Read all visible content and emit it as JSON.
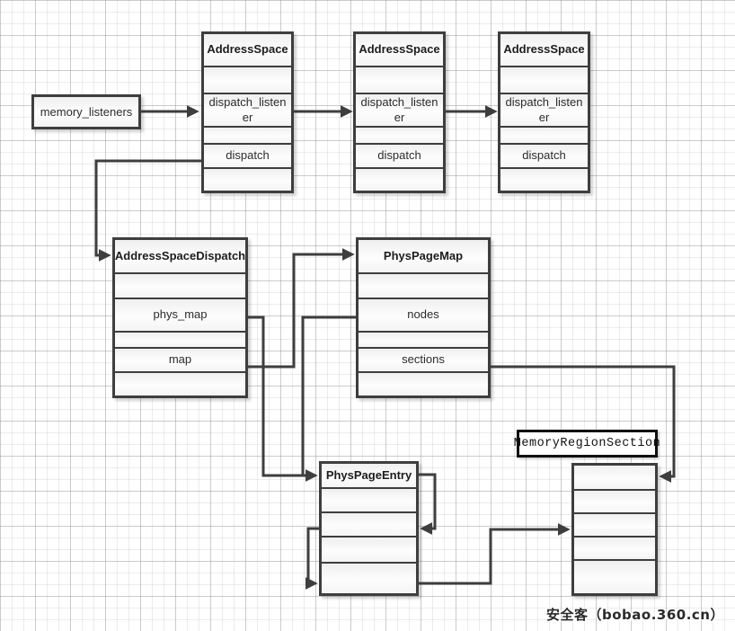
{
  "boxes": {
    "memory_listeners": {
      "label": "memory_listeners"
    },
    "address_space_1": {
      "title": "AddressSpace",
      "field_dispatch_listener": "dispatch_listener",
      "field_dispatch": "dispatch"
    },
    "address_space_2": {
      "title": "AddressSpace",
      "field_dispatch_listener": "dispatch_listener",
      "field_dispatch": "dispatch"
    },
    "address_space_3": {
      "title": "AddressSpace",
      "field_dispatch_listener": "dispatch_listener",
      "field_dispatch": "dispatch"
    },
    "address_space_dispatch": {
      "title": "AddressSpaceDispatch",
      "field_phys_map": "phys_map",
      "field_map": "map"
    },
    "phys_page_map": {
      "title": "PhysPageMap",
      "field_nodes": "nodes",
      "field_sections": "sections"
    },
    "phys_page_entry": {
      "title": "PhysPageEntry"
    },
    "memory_region_section": {
      "title": "MemoryRegionSection"
    }
  },
  "watermark": {
    "text": "安全客（bobao.360.cn）"
  },
  "colors": {
    "line": "#3e3e3e",
    "box_border": "#3e3e3e",
    "label_border": "#0f0f0f"
  }
}
